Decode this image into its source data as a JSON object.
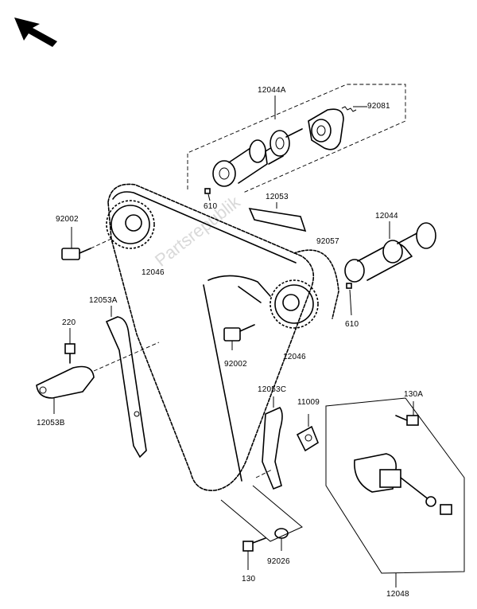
{
  "diagram": {
    "watermark": "Partsrepublik",
    "orientation_arrow_icon": "arrow-up-left-icon",
    "callouts": [
      {
        "id": "12044A",
        "text": "12044A"
      },
      {
        "id": "92081",
        "text": "92081"
      },
      {
        "id": "610-top",
        "text": "610"
      },
      {
        "id": "12053",
        "text": "12053"
      },
      {
        "id": "92002-left",
        "text": "92002"
      },
      {
        "id": "12044",
        "text": "12044"
      },
      {
        "id": "92057",
        "text": "92057"
      },
      {
        "id": "12046-left",
        "text": "12046"
      },
      {
        "id": "12053A",
        "text": "12053A"
      },
      {
        "id": "610-right",
        "text": "610"
      },
      {
        "id": "220",
        "text": "220"
      },
      {
        "id": "92002-mid",
        "text": "92002"
      },
      {
        "id": "12046-mid",
        "text": "12046"
      },
      {
        "id": "12053C",
        "text": "12053C"
      },
      {
        "id": "11009",
        "text": "11009"
      },
      {
        "id": "130A",
        "text": "130A"
      },
      {
        "id": "12053B",
        "text": "12053B"
      },
      {
        "id": "130",
        "text": "130"
      },
      {
        "id": "92026",
        "text": "92026"
      },
      {
        "id": "12048",
        "text": "12048"
      }
    ]
  }
}
